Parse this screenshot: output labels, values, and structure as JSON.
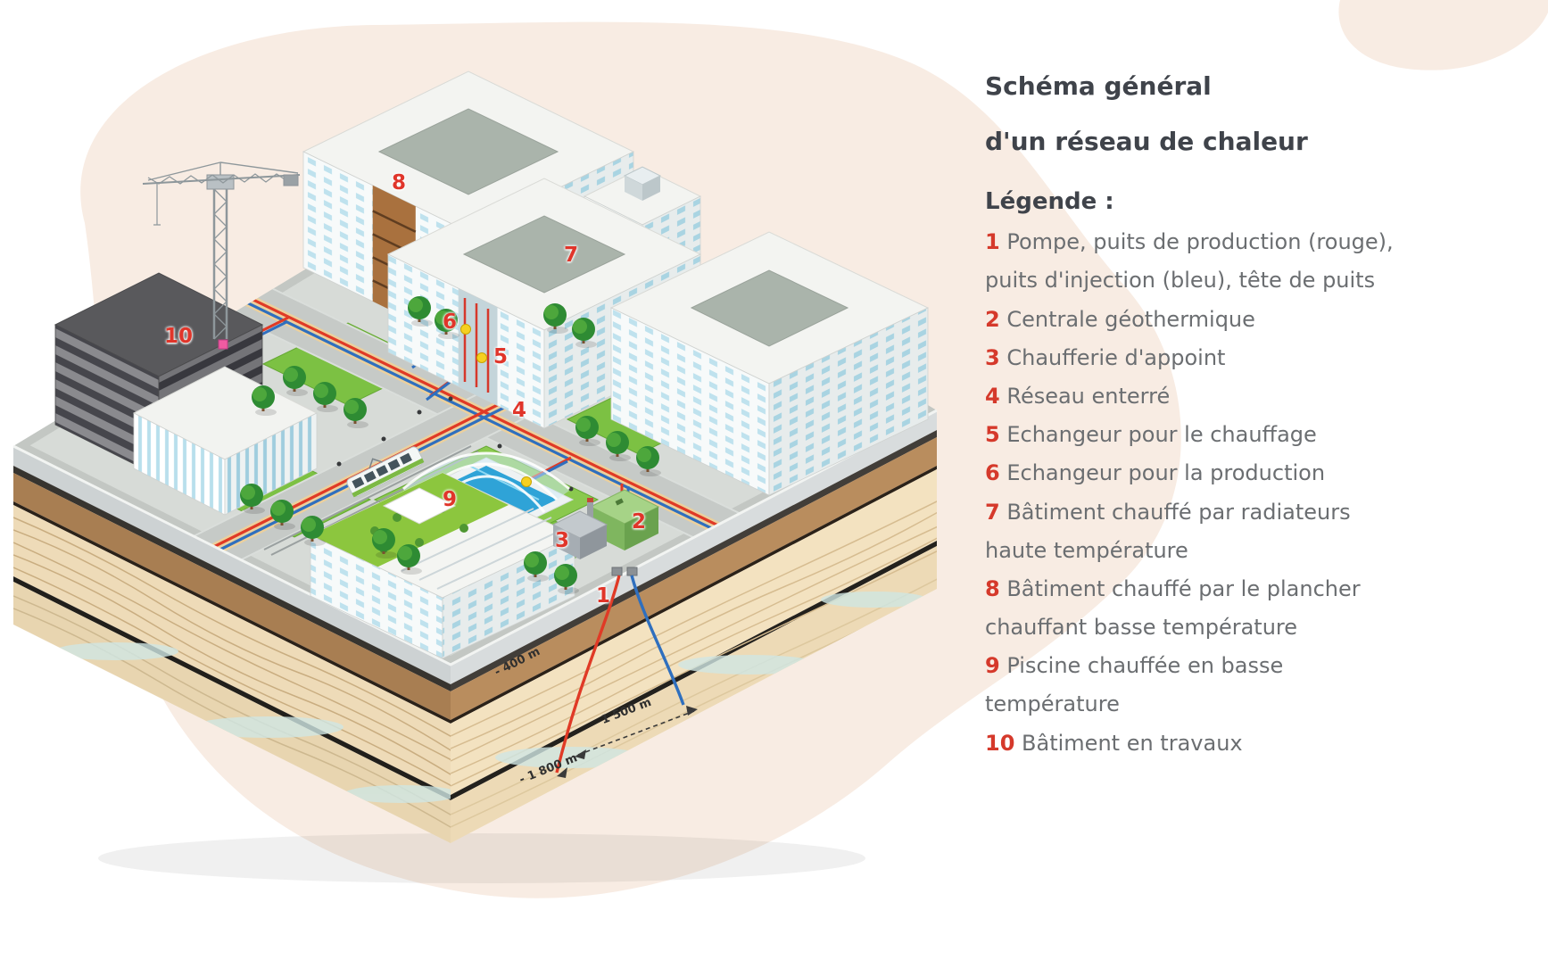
{
  "title": {
    "line1": "Schéma général",
    "line2": "d'un réseau de chaleur"
  },
  "legend": {
    "heading": "Légende :",
    "items": [
      {
        "num": "1",
        "text": "Pompe, puits de production (rouge), puits d'injection (bleu), tête de puits"
      },
      {
        "num": "2",
        "text": "Centrale géothermique"
      },
      {
        "num": "3",
        "text": "Chaufferie d'appoint"
      },
      {
        "num": "4",
        "text": "Réseau enterré"
      },
      {
        "num": "5",
        "text": "Echangeur pour le chauffage"
      },
      {
        "num": "6",
        "text": "Echangeur pour la production"
      },
      {
        "num": "7",
        "text": "Bâtiment chauffé par radiateurs haute température"
      },
      {
        "num": "8",
        "text": "Bâtiment chauffé par le plancher chauffant basse température"
      },
      {
        "num": "9",
        "text": "Piscine chauffée en basse température"
      },
      {
        "num": "10",
        "text": "Bâtiment en travaux"
      }
    ]
  },
  "markers": [
    "1",
    "2",
    "3",
    "4",
    "5",
    "6",
    "7",
    "8",
    "9",
    "10"
  ],
  "depth_labels": {
    "d400": "- 400 m",
    "d1500": "1 500 m",
    "d1800": "- 1 800 m"
  },
  "colors": {
    "accent_red": "#d5392b",
    "pipe_red": "#e03a26",
    "pipe_blue": "#2f6fbe",
    "blob_peach": "#f8ece3",
    "heading_gray": "#3f434a",
    "text_gray": "#6b6e71"
  }
}
